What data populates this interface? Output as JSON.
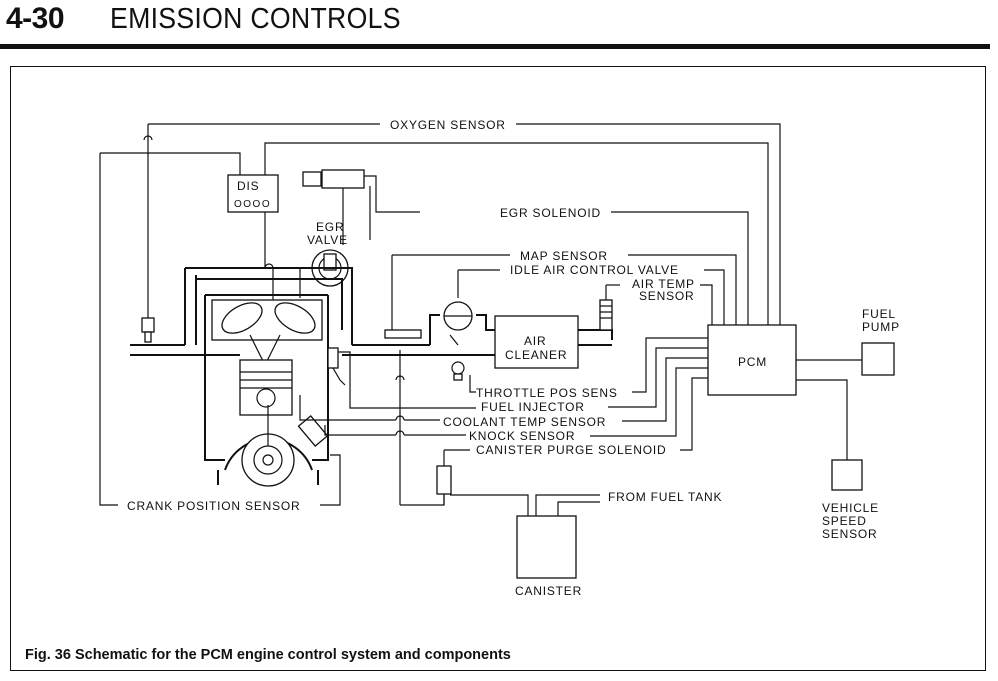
{
  "header": {
    "section_number": "4-30",
    "section_title": "EMISSION CONTROLS"
  },
  "caption": "Fig. 36 Schematic for the PCM engine control system and components",
  "labels": {
    "oxygen_sensor": "OXYGEN SENSOR",
    "dis": "DIS",
    "dis_pins": "OOOO",
    "egr_valve_1": "EGR",
    "egr_valve_2": "VALVE",
    "egr_solenoid": "EGR SOLENOID",
    "map_sensor": "MAP SENSOR",
    "idle_air_control_valve": "IDLE AIR CONTROL VALVE",
    "air_temp_sensor_1": "AIR TEMP",
    "air_temp_sensor_2": "SENSOR",
    "air_cleaner_1": "AIR",
    "air_cleaner_2": "CLEANER",
    "pcm": "PCM",
    "fuel_pump_1": "FUEL",
    "fuel_pump_2": "PUMP",
    "throttle_pos_sens": "THROTTLE POS SENS",
    "fuel_injector": "FUEL INJECTOR",
    "coolant_temp_sensor": "COOLANT TEMP SENSOR",
    "knock_sensor": "KNOCK SENSOR",
    "canister_purge_solenoid": "CANISTER PURGE SOLENOID",
    "crank_position_sensor": "CRANK POSITION SENSOR",
    "from_fuel_tank": "FROM FUEL TANK",
    "canister": "CANISTER",
    "vehicle_speed_sensor_1": "VEHICLE",
    "vehicle_speed_sensor_2": "SPEED",
    "vehicle_speed_sensor_3": "SENSOR"
  }
}
